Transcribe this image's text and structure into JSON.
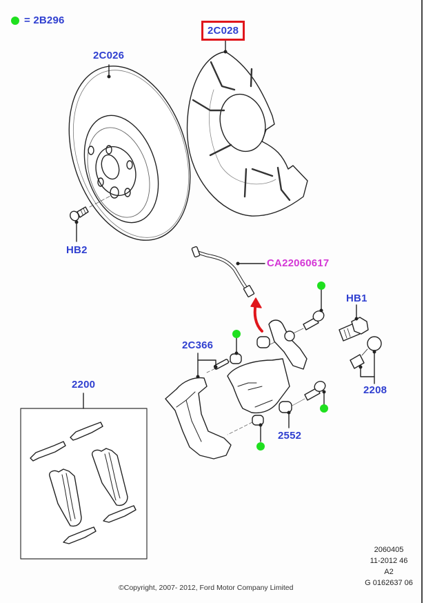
{
  "legend": {
    "marker": "green-dot",
    "marker_color": "#1fe01f",
    "text": "= 2B296"
  },
  "colors": {
    "label_blue": "#2f3fd0",
    "highlight_box_red": "#e0161c",
    "callout_magenta": "#d436d6",
    "arrow_red": "#e0161c",
    "line": "#222222"
  },
  "callouts": {
    "disc": "2C026",
    "dust_shield": "2C028",
    "disc_screw": "HB2",
    "brake_hose": "CA22060617",
    "caliper_bolt": "HB1",
    "bleed_valve": "2208",
    "guide_pins": "2C366",
    "caliper": "2552",
    "pad_kit": "2200"
  },
  "highlighted_callout": "2C028",
  "info_block": {
    "line1": "2060405",
    "line2": "11-2012 46",
    "line3": "A2",
    "line4": "G 0162637 06"
  },
  "copyright": "©Copyright, 2007- 2012, Ford Motor Company Limited"
}
